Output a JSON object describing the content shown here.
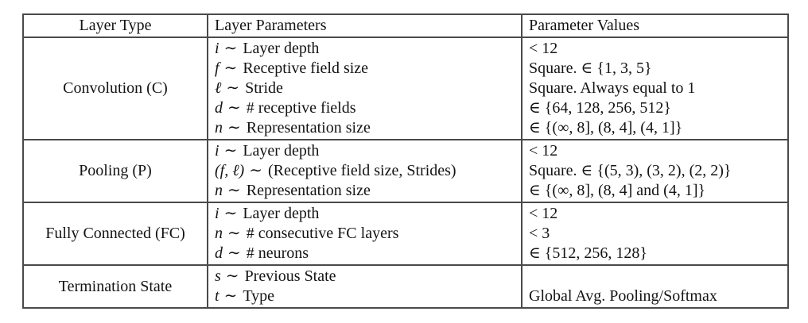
{
  "table": {
    "tilde": "∼",
    "columns": [
      "Layer Type",
      "Layer Parameters",
      "Parameter Values"
    ],
    "rows": [
      {
        "type": "Convolution (C)",
        "lines": [
          {
            "sym": "i",
            "desc": "Layer depth",
            "value": "< 12"
          },
          {
            "sym": "f",
            "desc": "Receptive field size",
            "value": "Square. ∈ {1, 3, 5}"
          },
          {
            "sym": "ℓ",
            "desc": "Stride",
            "value": "Square. Always equal to 1"
          },
          {
            "sym": "d",
            "desc": "# receptive fields",
            "value": "∈ {64, 128, 256, 512}"
          },
          {
            "sym": "n",
            "desc": "Representation size",
            "value": "∈ {(∞, 8], (8, 4], (4, 1]}"
          }
        ]
      },
      {
        "type": "Pooling (P)",
        "lines": [
          {
            "sym": "i",
            "desc": "Layer depth",
            "value": "< 12"
          },
          {
            "sym": "(f, ℓ)",
            "desc": "(Receptive field size, Strides)",
            "value": "Square. ∈ {(5, 3), (3, 2), (2, 2)}"
          },
          {
            "sym": "n",
            "desc": "Representation size",
            "value": "∈ {(∞, 8], (8, 4] and (4, 1]}"
          }
        ]
      },
      {
        "type": "Fully Connected (FC)",
        "lines": [
          {
            "sym": "i",
            "desc": "Layer depth",
            "value": "< 12"
          },
          {
            "sym": "n",
            "desc": "# consecutive FC layers",
            "value": "< 3"
          },
          {
            "sym": "d",
            "desc": "# neurons",
            "value": "∈ {512, 256, 128}"
          }
        ]
      },
      {
        "type": "Termination State",
        "lines": [
          {
            "sym": "s",
            "desc": "Previous State",
            "value": ""
          },
          {
            "sym": "t",
            "desc": "Type",
            "value": "Global Avg. Pooling/Softmax"
          }
        ]
      }
    ]
  }
}
